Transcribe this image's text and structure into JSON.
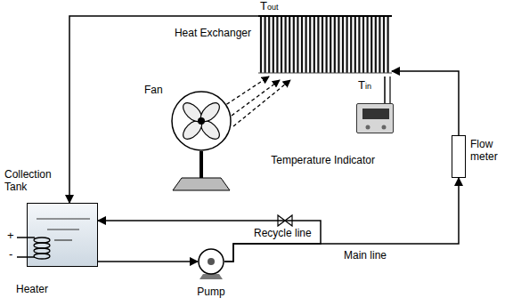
{
  "diagram": {
    "nodes": [
      {
        "text": [
          "Heat Exchanger"
        ]
      },
      {
        "text": [
          "Fan"
        ]
      },
      {
        "text": [
          "Temperature Indicator"
        ]
      },
      {
        "text": [
          "Flow meter"
        ]
      },
      {
        "text": [
          "Collection Tank"
        ]
      },
      {
        "text": [
          "Pump"
        ]
      }
    ],
    "edges": [
      {
        "from": 0,
        "to": 4,
        "arrow": "to"
      },
      {
        "from": 4,
        "to": 5,
        "arrow": "to"
      },
      {
        "from": 5,
        "to": 3,
        "arrow": "to",
        "label": "Main line"
      },
      {
        "from": 3,
        "to": 0,
        "arrow": "to"
      },
      {
        "from": 5,
        "to": 4,
        "arrow": "to",
        "label": "Recycle line"
      },
      {
        "from": 1,
        "to": 0,
        "arrow": "to"
      },
      {
        "from": 0,
        "to": 2,
        "arrow": "none"
      }
    ],
    "labels": [
      "Tout",
      "Tin",
      "+",
      "-",
      "Heater"
    ]
  }
}
